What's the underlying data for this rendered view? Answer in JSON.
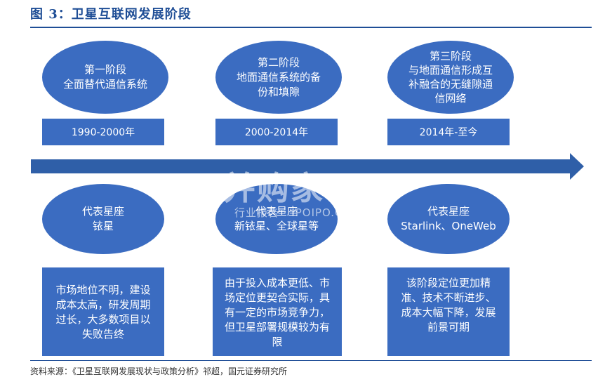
{
  "figure": {
    "title": "图 3：卫星互联网发展阶段",
    "source": "资料来源：《卫星互联网发展现状与政策分析》祁超，国元证券研究所"
  },
  "stages": [
    {
      "stage_lines": [
        "第一阶段",
        "全面替代通信系统"
      ],
      "period": "1990-2000年",
      "constellation_lines": [
        "代表星座",
        "铱星"
      ],
      "description": "市场地位不明，建设\n成本太高，研发周期\n过长，大多数项目以\n失败告终"
    },
    {
      "stage_lines": [
        "第二阶段",
        "地面通信系统的备",
        "份和填隙"
      ],
      "period": "2000-2014年",
      "constellation_lines": [
        "代表星座",
        "新铱星、全球星等"
      ],
      "description": "由于投入成本更低、市\n场定位更契合实际，具\n有一定的市场竞争力，\n但卫星部署规模较为有\n限"
    },
    {
      "stage_lines": [
        "第三阶段",
        "与地面通信形成互",
        "补融合的无缝隙通",
        "信网络"
      ],
      "period": "2014年-至今",
      "constellation_lines": [
        "代表星座",
        "Starlink、OneWeb"
      ],
      "description": "该阶段定位更加精\n准、技术不断进步、\n成本大幅下降，发展\n前景可期"
    }
  ],
  "watermark": {
    "main": "并购家",
    "sub": "行业报告 · IPOIPO.CN"
  },
  "colors": {
    "shape_fill": "#3b6cc1",
    "title_text": "#1f4e96",
    "arrow": "#2f5fa8"
  }
}
